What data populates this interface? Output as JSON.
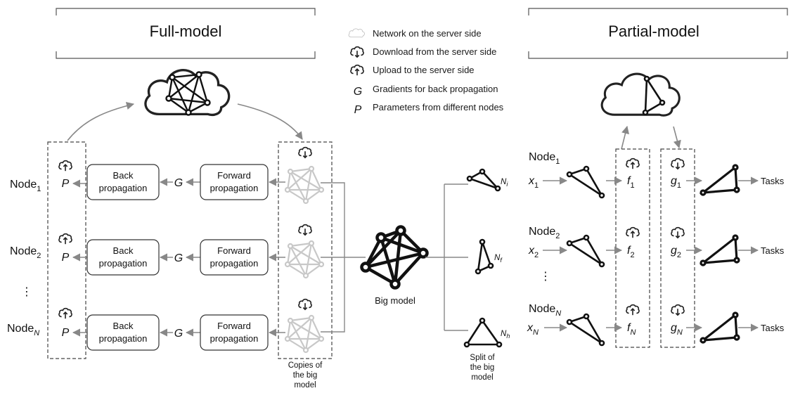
{
  "titles": {
    "full_model": "Full-model",
    "partial_model": "Partial-model"
  },
  "legend": [
    {
      "symbol": "cloud-icon",
      "text": "Network on the server side"
    },
    {
      "symbol": "download-icon",
      "text": "Download from the server side"
    },
    {
      "symbol": "upload-icon",
      "text": "Upload to the server side"
    },
    {
      "symbol": "G",
      "text": "Gradients for back propagation"
    },
    {
      "symbol": "P",
      "text": "Parameters from different nodes"
    }
  ],
  "full_model": {
    "nodes": [
      {
        "base": "Node",
        "sub": "1"
      },
      {
        "base": "Node",
        "sub": "2"
      },
      {
        "base": "Node",
        "sub": "N"
      }
    ],
    "ellipsis": "⋮",
    "param_label": "P",
    "grad_label": "G",
    "back_label": [
      "Back",
      "propagation"
    ],
    "forward_label": [
      "Forward",
      "propagation"
    ],
    "copies_caption": [
      "Copies of",
      "the big",
      "model"
    ]
  },
  "center": {
    "big_model_label": "Big model",
    "split_caption": [
      "Split of",
      "the big",
      "model"
    ],
    "split_labels": [
      {
        "base": "N",
        "sub": "i"
      },
      {
        "base": "N",
        "sub": "f"
      },
      {
        "base": "N",
        "sub": "h"
      }
    ]
  },
  "partial_model": {
    "nodes": [
      {
        "base": "Node",
        "sub": "1"
      },
      {
        "base": "Node",
        "sub": "2"
      },
      {
        "base": "Node",
        "sub": "N"
      }
    ],
    "ellipsis": "⋮",
    "inputs": [
      {
        "base": "x",
        "sub": "1"
      },
      {
        "base": "x",
        "sub": "2"
      },
      {
        "base": "x",
        "sub": "N"
      }
    ],
    "features": [
      {
        "base": "f",
        "sub": "1"
      },
      {
        "base": "f",
        "sub": "2"
      },
      {
        "base": "f",
        "sub": "N"
      }
    ],
    "grads": [
      {
        "base": "g",
        "sub": "1"
      },
      {
        "base": "g",
        "sub": "2"
      },
      {
        "base": "g",
        "sub": "N"
      }
    ],
    "tasks_label": "Tasks"
  },
  "colors": {
    "arrow": "#888888",
    "copy_network": "#c8c8c8",
    "big_model": "#1a1a1a"
  }
}
